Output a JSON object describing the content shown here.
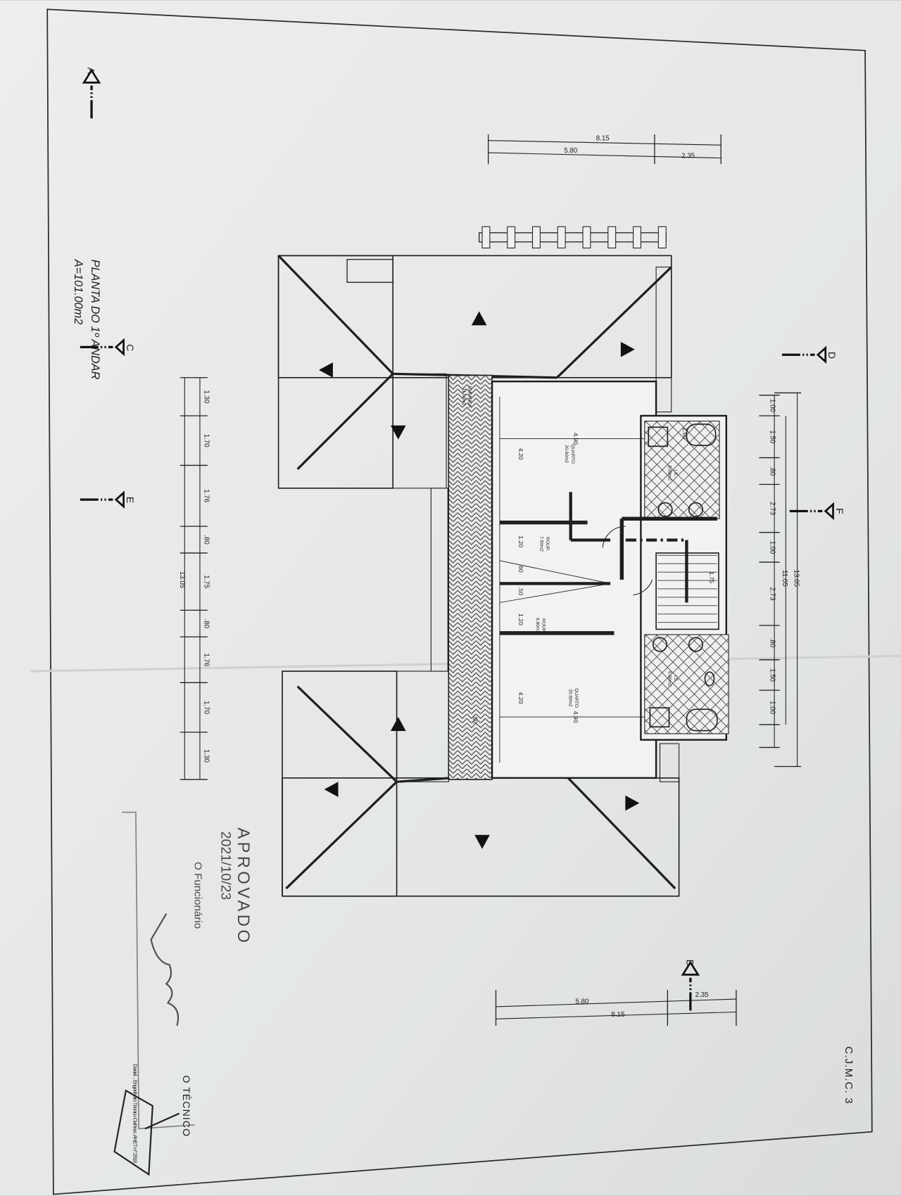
{
  "sheet": {
    "title": "PLANTA DO 1º ANDAR",
    "area": "A=101.00m2",
    "sheet_code": "C.J.M.C.  3",
    "paper_color": "#e6e9e7",
    "ink_color": "#1e2020"
  },
  "rooms": [
    {
      "name": "QUARTO",
      "area": "20.60m2",
      "width": "4.90",
      "depth": "4.20"
    },
    {
      "name": "ROUP.",
      "area": "7.50m2",
      "depth": "1.20"
    },
    {
      "name": "ROUP.",
      "area": "6.80m2",
      "depth": "1.20"
    },
    {
      "name": "QUARTO",
      "area": "20.60m2",
      "width": "4.90",
      "depth": "4.20"
    },
    {
      "name": "I.S.",
      "area": "6.00m2"
    },
    {
      "name": "I.S.",
      "area": "6.00m2"
    },
    {
      "name": "VARANDA",
      "area": "11.00m2"
    }
  ],
  "interior_dims": [
    ".60",
    ".50",
    "2.60",
    "1.75",
    ".50"
  ],
  "dims_top": {
    "total": "8.15",
    "parts": [
      "5.80",
      "2.35"
    ]
  },
  "dims_bottom": {
    "total": "8.15",
    "parts": [
      "5.80",
      "2.35"
    ]
  },
  "dims_left": {
    "total": "13.05",
    "parts": [
      "1.30",
      "1.70",
      "1.76",
      ".80",
      "1.75",
      ".80",
      "1.76",
      "1.70",
      "1.30"
    ]
  },
  "dims_right": {
    "total": "13.05",
    "sub_total": "11.05",
    "parts": [
      "1.00",
      "1.50",
      ".80",
      "2.73",
      "1.00",
      "2.73",
      ".80",
      "1.50",
      "1.00"
    ]
  },
  "section_markers": [
    "A",
    "B",
    "C",
    "D",
    "E",
    "F"
  ],
  "stamp": {
    "approved": "APROVADO",
    "date": "2021/10/23",
    "official": "O Funcionário"
  },
  "technician": {
    "label": "O TÉCNICO",
    "signature_text": "Daniel ... Engenheiro Técnico Civil Insc. ANET n.º 2518"
  }
}
